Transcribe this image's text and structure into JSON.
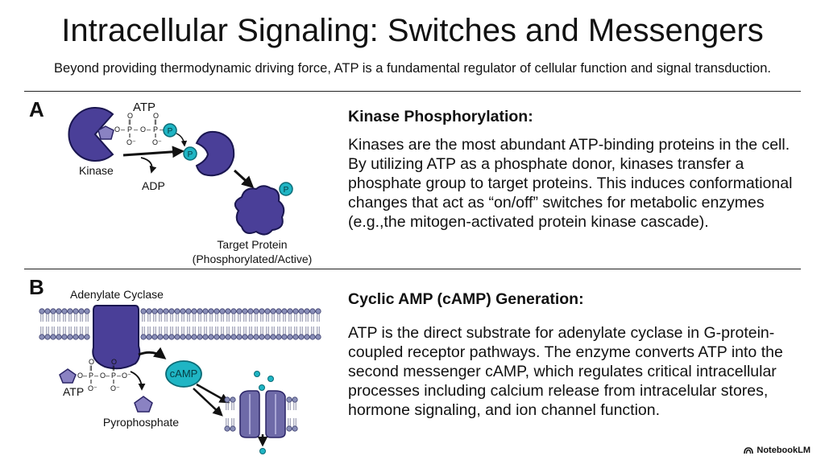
{
  "title": "Intracellular Signaling: Switches and Messengers",
  "subtitle": "Beyond providing thermodynamic driving force, ATP is a fundamental regulator of cellular function and signal transduction.",
  "panel_a": {
    "letter": "A",
    "diagram": {
      "atp_label": "ATP",
      "kinase_label": "Kinase",
      "adp_label": "ADP",
      "target_label_line1": "Target Protein",
      "target_label_line2": "(Phosphorylated/Active)",
      "phosphate_letter": "P",
      "atom_o": "O",
      "atom_p": "P",
      "atom_o_minus": "O⁻",
      "bond_single": "–",
      "bond_double": "‖"
    },
    "heading": "Kinase Phosphorylation:",
    "body": "Kinases are the most abundant ATP-binding proteins in the cell. By utilizing ATP as a phosphate donor, kinases transfer a phosphate group to target proteins. This induces conformational changes that act as “on/off” switches for metabolic enzymes (e.g.,the mitogen-activated protein kinase cascade)."
  },
  "panel_b": {
    "letter": "B",
    "diagram": {
      "enzyme_label": "Adenylate Cyclase",
      "camp_label": "cAMP",
      "atp_label": "ATP",
      "pyrophosphate_label": "Pyrophosphate"
    },
    "heading": "Cyclic AMP (cAMP) Generation:",
    "body": "ATP is the direct substrate for adenylate cyclase in G-protein-coupled receptor pathways. The enzyme converts ATP into the second messenger cAMP, which regulates critical intracellular processes including calcium release from intracelular stores, hormone signaling, and ion channel function."
  },
  "brand": "NotebookLM",
  "colors": {
    "protein": "#4a3f98",
    "phosphate": "#1fb5c4",
    "membrane": "#8a8fb8",
    "channel": "#6e6aa8",
    "text": "#111111"
  }
}
